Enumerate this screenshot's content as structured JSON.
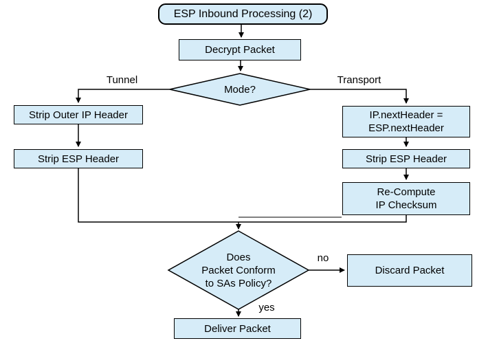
{
  "diagram": {
    "kind": "flowchart",
    "title_node": "ESP Inbound Processing (2)"
  },
  "colors": {
    "node_fill": "#d6ecf8",
    "line_color": "#000000",
    "text_color": "#000000",
    "canvas_bg": "#ffffff"
  },
  "flowchart": {
    "nodes": {
      "start": {
        "type": "terminator",
        "label": "ESP Inbound Processing (2)"
      },
      "decrypt": {
        "type": "process",
        "label": "Decrypt Packet"
      },
      "mode": {
        "type": "decision",
        "label": "Mode?"
      },
      "strip_outer_ip": {
        "type": "process",
        "label": "Strip Outer IP Header"
      },
      "strip_esp_tunnel": {
        "type": "process",
        "label": "Strip ESP Header"
      },
      "ip_next_header": {
        "type": "process",
        "label": "IP.nextHeader =\nESP.nextHeader"
      },
      "strip_esp_transport": {
        "type": "process",
        "label": "Strip ESP Header"
      },
      "recompute_checksum": {
        "type": "process",
        "label": "Re-Compute\nIP Checksum"
      },
      "policy_check": {
        "type": "decision",
        "label": "Does\nPacket Conform\nto SAs Policy?"
      },
      "discard": {
        "type": "process",
        "label": "Discard Packet"
      },
      "deliver": {
        "type": "process",
        "label": "Deliver Packet"
      }
    },
    "edge_labels": {
      "tunnel": "Tunnel",
      "transport": "Transport",
      "no": "no",
      "yes": "yes"
    }
  }
}
